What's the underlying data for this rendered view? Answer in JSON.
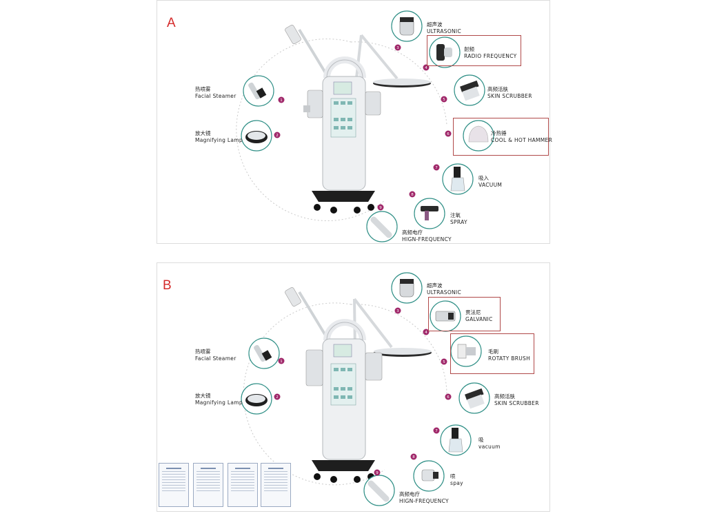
{
  "panel_a": {
    "letter": "A",
    "features": [
      {
        "num": "1",
        "cn": "热喷雾",
        "en": "Facial Steamer"
      },
      {
        "num": "2",
        "cn": "放大镜",
        "en": "Magnifying Lamp"
      },
      {
        "num": "3",
        "cn": "超声波",
        "en": "ULTRASONIC"
      },
      {
        "num": "4",
        "cn": "射频",
        "en": "RADIO FREQUENCY"
      },
      {
        "num": "5",
        "cn": "高频活肤",
        "en": "SKIN SCRUBBER"
      },
      {
        "num": "6",
        "cn": "冷热锤",
        "en": "COOL & HOT HAMMER"
      },
      {
        "num": "7",
        "cn": "吸入",
        "en": "VACUUM"
      },
      {
        "num": "8",
        "cn": "注氧",
        "en": "SPRAY"
      },
      {
        "num": "9",
        "cn": "高频电疗",
        "en": "HIGN-FREQUENCY"
      }
    ]
  },
  "panel_b": {
    "letter": "B",
    "features": [
      {
        "num": "1",
        "cn": "热喷雾",
        "en": "Facial Steamer"
      },
      {
        "num": "2",
        "cn": "放大镜",
        "en": "Magnifying Lamp"
      },
      {
        "num": "3",
        "cn": "超声波",
        "en": "ULTRASONIC"
      },
      {
        "num": "4",
        "cn": "贯法尼",
        "en": "GALVANIC"
      },
      {
        "num": "5",
        "cn": "毛刷",
        "en": "ROTATY BRUSH"
      },
      {
        "num": "6",
        "cn": "高频活肤",
        "en": "SKIN SCRUBBER"
      },
      {
        "num": "7",
        "cn": "吸",
        "en": "vacuum"
      },
      {
        "num": "8",
        "cn": "喷",
        "en": "spay"
      },
      {
        "num": "9",
        "cn": "高频电疗",
        "en": "HIGN-FREQUENCY"
      }
    ]
  },
  "colors": {
    "panel_letter": "#d42a2a",
    "badge": "#a0286a",
    "icon_ring": "#2f8f86",
    "highlight_box": "#b04848",
    "dashed_arc": "#c9c9c9"
  }
}
